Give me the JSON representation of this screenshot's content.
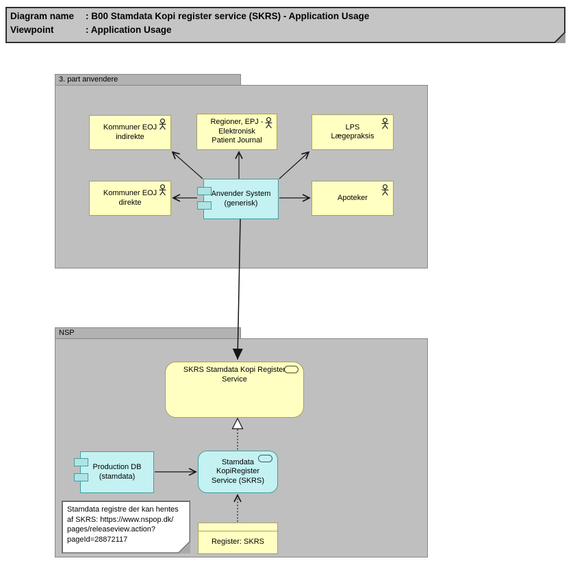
{
  "title_note": {
    "rows": [
      {
        "label": "Diagram name",
        "value": ": B00 Stamdata Kopi register service (SKRS) - Application Usage"
      },
      {
        "label": "Viewpoint",
        "value": ": Application Usage"
      }
    ]
  },
  "groups": {
    "third_party": {
      "label": "3. part anvendere"
    },
    "nsp": {
      "label": "NSP"
    }
  },
  "nodes": {
    "kommuner_eoj_indirekte": {
      "label": "Kommuner EOJ\nindirekte",
      "type": "business-actor"
    },
    "regioner_epj": {
      "label": "Regioner, EPJ -\nElektronisk\nPatient Journal",
      "type": "business-actor"
    },
    "lps": {
      "label": "LPS\nLægepraksis",
      "type": "business-actor"
    },
    "kommuner_eoj_direkte": {
      "label": "Kommuner EOJ\ndirekte",
      "type": "business-actor"
    },
    "anvender_system": {
      "label": "Anvender System\n(generisk)",
      "type": "application-component"
    },
    "apoteker": {
      "label": "Apoteker",
      "type": "business-actor"
    },
    "skrs_service": {
      "label": "SKRS Stamdata Kopi Register\nService",
      "type": "application-service"
    },
    "production_db": {
      "label": "Production DB\n(stamdata)",
      "type": "application-component"
    },
    "stamdata_kopiregister": {
      "label": "Stamdata\nKopiRegister\nService (SKRS)",
      "type": "application-service"
    },
    "register_skrs": {
      "label": "Register: SKRS",
      "type": "data-object"
    }
  },
  "note": {
    "text": "Stamdata registre der kan hentes\naf SKRS: https://www.nspop.dk/\npages/releaseview.action?\npageId=28872117"
  },
  "relationships": [
    {
      "from": "anvender_system",
      "to": "kommuner_eoj_indirekte",
      "style": "solid-open-arrow"
    },
    {
      "from": "anvender_system",
      "to": "regioner_epj",
      "style": "solid-open-arrow"
    },
    {
      "from": "anvender_system",
      "to": "lps",
      "style": "solid-open-arrow"
    },
    {
      "from": "anvender_system",
      "to": "kommuner_eoj_direkte",
      "style": "solid-open-arrow"
    },
    {
      "from": "anvender_system",
      "to": "apoteker",
      "style": "solid-open-arrow"
    },
    {
      "from": "anvender_system",
      "to": "skrs_service",
      "style": "solid-filled-arrow"
    },
    {
      "from": "stamdata_kopiregister",
      "to": "skrs_service",
      "style": "dashed-hollow-triangle"
    },
    {
      "from": "register_skrs",
      "to": "stamdata_kopiregister",
      "style": "dotted-open-arrow"
    },
    {
      "from": "production_db",
      "to": "stamdata_kopiregister",
      "style": "solid-open-arrow"
    }
  ],
  "colors": {
    "actor_fill": "#ffffc2",
    "actor_border": "#a3a35e",
    "component_fill": "#c4f1f1",
    "component_border": "#459c9c",
    "group_fill": "#bfbfbf",
    "group_tab_fill": "#b2b2b2",
    "group_border": "#868686",
    "title_fill": "#c5c5c5",
    "note_fill": "#ffffff",
    "line": "#141414"
  }
}
